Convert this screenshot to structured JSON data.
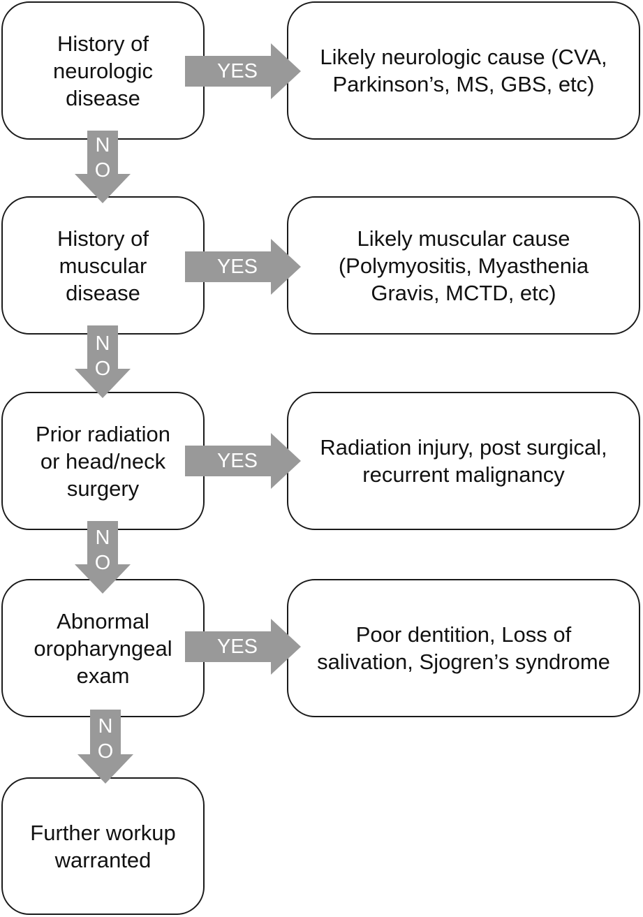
{
  "colors": {
    "arrow_fill": "#999999",
    "box_border": "#1a1a1a",
    "text": "#111111",
    "arrow_label": "#ffffff"
  },
  "decisions": [
    {
      "lines": [
        "History of",
        "neurologic",
        "disease"
      ]
    },
    {
      "lines": [
        "History of",
        "muscular",
        "disease"
      ]
    },
    {
      "lines": [
        "Prior radiation",
        "or head/neck",
        "surgery"
      ]
    },
    {
      "lines": [
        "Abnormal",
        "oropharyngeal",
        "exam"
      ]
    }
  ],
  "outcomes": [
    {
      "lines": [
        "Likely neurologic cause (CVA,",
        "Parkinson’s, MS, GBS, etc)"
      ]
    },
    {
      "lines": [
        "Likely muscular cause",
        "(Polymyositis, Myasthenia",
        "Gravis, MCTD, etc)"
      ]
    },
    {
      "lines": [
        "Radiation injury, post surgical,",
        "recurrent malignancy"
      ]
    },
    {
      "lines": [
        "Poor dentition, Loss of",
        "salivation, Sjogren’s syndrome"
      ]
    }
  ],
  "final": {
    "lines": [
      "Further workup",
      "warranted"
    ]
  },
  "yes_label": "YES",
  "no_label": [
    "N",
    "O"
  ]
}
